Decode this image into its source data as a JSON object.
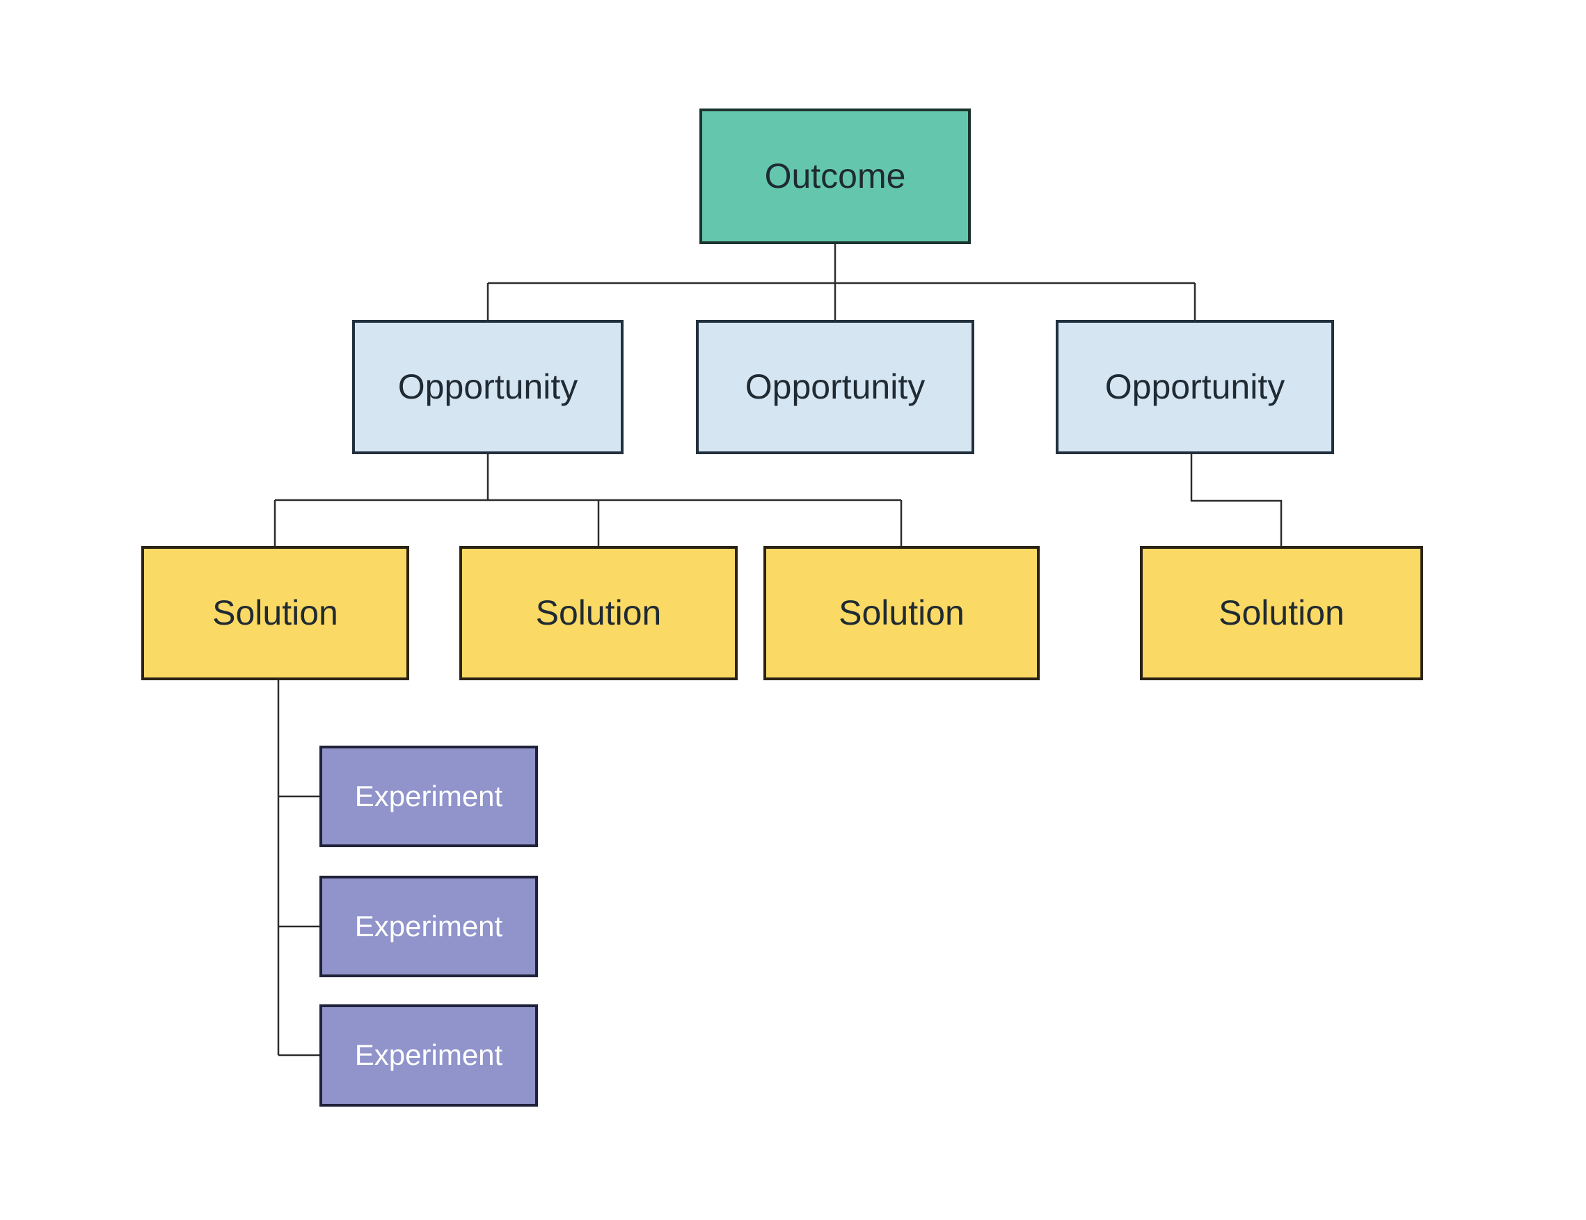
{
  "diagram": {
    "kind": "opportunity-solution-tree",
    "background": "#ffffff",
    "colors": {
      "outcome_fill": "#64c7ad",
      "outcome_border": "#1c332d",
      "opportunity_fill": "#d6e5f2",
      "opportunity_border": "#22303e",
      "solution_fill": "#fad964",
      "solution_border": "#2a2315",
      "experiment_fill": "#9094cb",
      "experiment_border": "#1f2239",
      "connector_line": "#2b2b2b",
      "label_dark": "#1f2a33",
      "label_light": "#ffffff"
    },
    "nodes": {
      "outcome": {
        "label": "Outcome"
      },
      "opportunities": [
        {
          "label": "Opportunity"
        },
        {
          "label": "Opportunity"
        },
        {
          "label": "Opportunity"
        }
      ],
      "solutions": [
        {
          "label": "Solution"
        },
        {
          "label": "Solution"
        },
        {
          "label": "Solution"
        },
        {
          "label": "Solution"
        }
      ],
      "experiments": [
        {
          "label": "Experiment"
        },
        {
          "label": "Experiment"
        },
        {
          "label": "Experiment"
        }
      ]
    },
    "hierarchy": {
      "outcome": [
        "opportunity-1",
        "opportunity-2",
        "opportunity-3"
      ],
      "opportunity-1": [
        "solution-1",
        "solution-2",
        "solution-3"
      ],
      "opportunity-2": [],
      "opportunity-3": [
        "solution-4"
      ],
      "solution-1": [
        "experiment-1",
        "experiment-2",
        "experiment-3"
      ]
    }
  }
}
